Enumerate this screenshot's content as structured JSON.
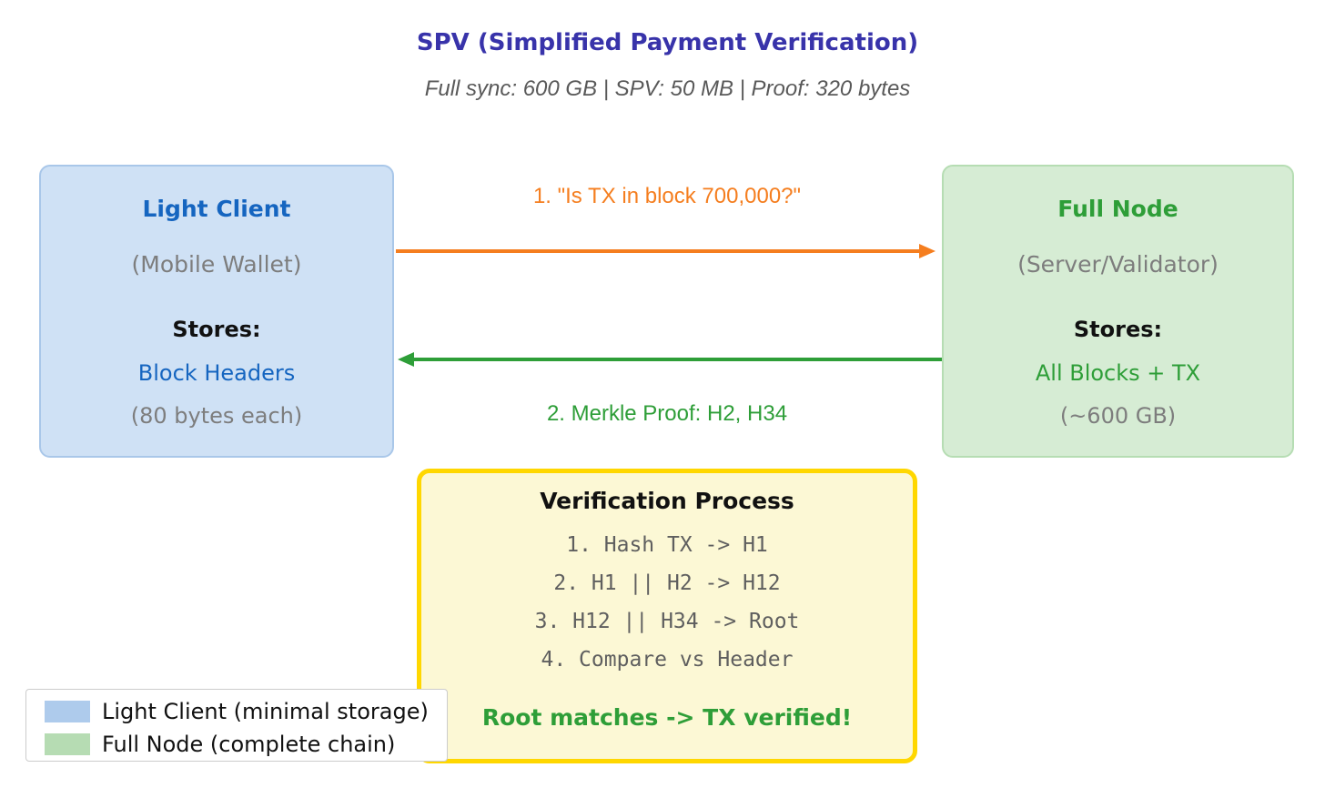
{
  "header": {
    "title": "SPV (Simplified Payment Verification)",
    "subtitle": "Full sync: 600 GB | SPV: 50 MB | Proof: 320 bytes"
  },
  "light_client": {
    "title": "Light Client",
    "subtitle": "(Mobile Wallet)",
    "stores_label": "Stores:",
    "stores_value": "Block Headers",
    "stores_detail": "(80 bytes each)"
  },
  "full_node": {
    "title": "Full Node",
    "subtitle": "(Server/Validator)",
    "stores_label": "Stores:",
    "stores_value": "All Blocks + TX",
    "stores_detail": "(~600 GB)"
  },
  "arrows": {
    "request": {
      "label": "1. \"Is TX in block 700,000?\"",
      "direction": "light-client-to-full-node",
      "color": "#f57e1f"
    },
    "response": {
      "label": "2. Merkle Proof: H2, H34",
      "direction": "full-node-to-light-client",
      "color": "#2e9e38"
    }
  },
  "verification": {
    "title": "Verification Process",
    "steps": [
      "1. Hash TX -> H1",
      "2. H1 || H2 -> H12",
      "3. H12 || H34 -> Root",
      "4. Compare vs Header"
    ],
    "result": "Root matches -> TX verified!"
  },
  "legend": {
    "items": [
      {
        "label": "Light Client (minimal storage)",
        "swatch": "#aecbec"
      },
      {
        "label": "Full Node (complete chain)",
        "swatch": "#b6dcb3"
      }
    ]
  },
  "colors": {
    "title_indigo": "#3833aa",
    "subtitle_gray": "#595959",
    "light_client_fill": "#cfe1f5",
    "light_client_border": "#a9c7e9",
    "light_client_text": "#1565c0",
    "full_node_fill": "#d6ecd4",
    "full_node_border": "#b6ddb3",
    "full_node_text": "#2e9e38",
    "muted_text": "#7d7d7d",
    "request_orange": "#f57e1f",
    "response_green": "#2e9e38",
    "verify_fill": "#fcf8d5",
    "verify_border": "#ffd700",
    "step_gray": "#5f5f5f"
  }
}
